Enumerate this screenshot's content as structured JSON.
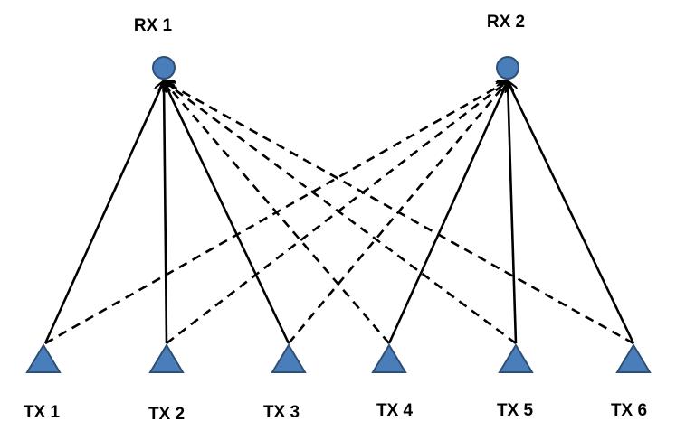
{
  "diagram": {
    "colors": {
      "node_fill": "#4a7ebb",
      "node_stroke": "#2f4f74",
      "line": "#000000"
    },
    "receivers": [
      {
        "id": "rx1",
        "label": "RX 1"
      },
      {
        "id": "rx2",
        "label": "RX 2"
      }
    ],
    "transmitters": [
      {
        "id": "tx1",
        "label": "TX 1"
      },
      {
        "id": "tx2",
        "label": "TX 2"
      },
      {
        "id": "tx3",
        "label": "TX 3"
      },
      {
        "id": "tx4",
        "label": "TX 4"
      },
      {
        "id": "tx5",
        "label": "TX 5"
      },
      {
        "id": "tx6",
        "label": "TX 6"
      }
    ],
    "links": [
      {
        "from": "tx1",
        "to": "rx1",
        "style": "solid"
      },
      {
        "from": "tx2",
        "to": "rx1",
        "style": "solid"
      },
      {
        "from": "tx3",
        "to": "rx1",
        "style": "solid"
      },
      {
        "from": "tx4",
        "to": "rx1",
        "style": "dashed"
      },
      {
        "from": "tx5",
        "to": "rx1",
        "style": "dashed"
      },
      {
        "from": "tx6",
        "to": "rx1",
        "style": "dashed"
      },
      {
        "from": "tx1",
        "to": "rx2",
        "style": "dashed"
      },
      {
        "from": "tx2",
        "to": "rx2",
        "style": "dashed"
      },
      {
        "from": "tx3",
        "to": "rx2",
        "style": "dashed"
      },
      {
        "from": "tx4",
        "to": "rx2",
        "style": "solid"
      },
      {
        "from": "tx5",
        "to": "rx2",
        "style": "solid"
      },
      {
        "from": "tx6",
        "to": "rx2",
        "style": "solid"
      }
    ]
  }
}
